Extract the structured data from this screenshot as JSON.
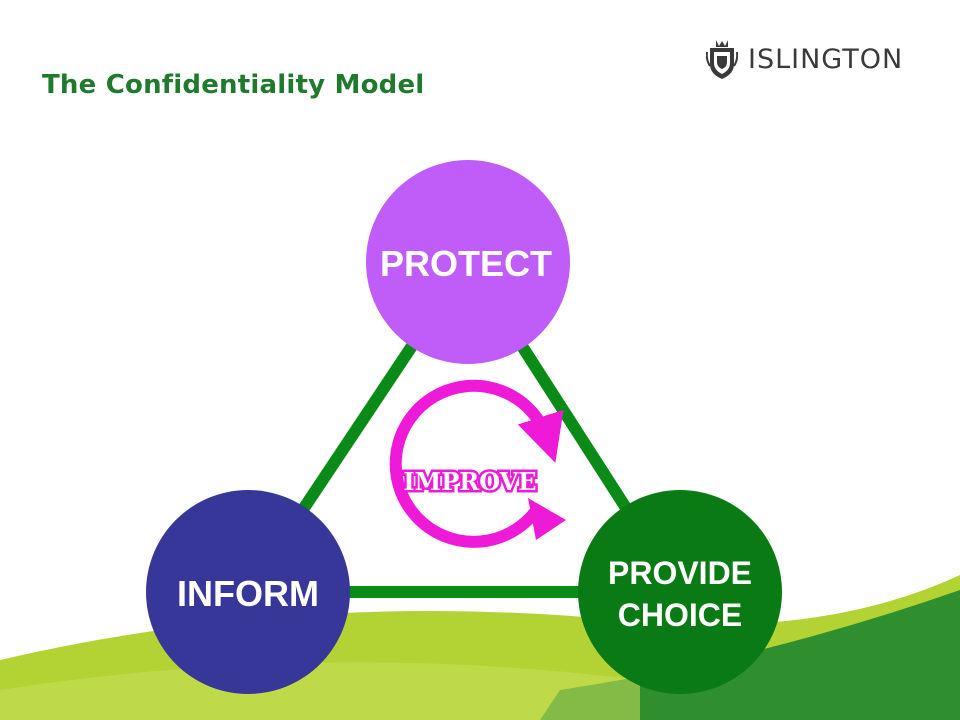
{
  "header": {
    "title": "The Confidentiality Model",
    "logo_text": "ISLINGTON"
  },
  "diagram": {
    "nodes": {
      "protect": {
        "label": "PROTECT",
        "color": "#c05cf8"
      },
      "inform": {
        "label": "INFORM",
        "color": "#363799"
      },
      "provide_choice": {
        "line1": "PROVIDE",
        "line2": "CHOICE",
        "color": "#0a7a14"
      }
    },
    "cycle": {
      "label": "IMPROVE",
      "color": "#ee1ad8"
    },
    "connector_color": "#0a8a16"
  },
  "theme": {
    "title_color": "#1f7a2e",
    "wave_light_green": "#b3d334",
    "wave_dark_green": "#2f8f2f"
  }
}
